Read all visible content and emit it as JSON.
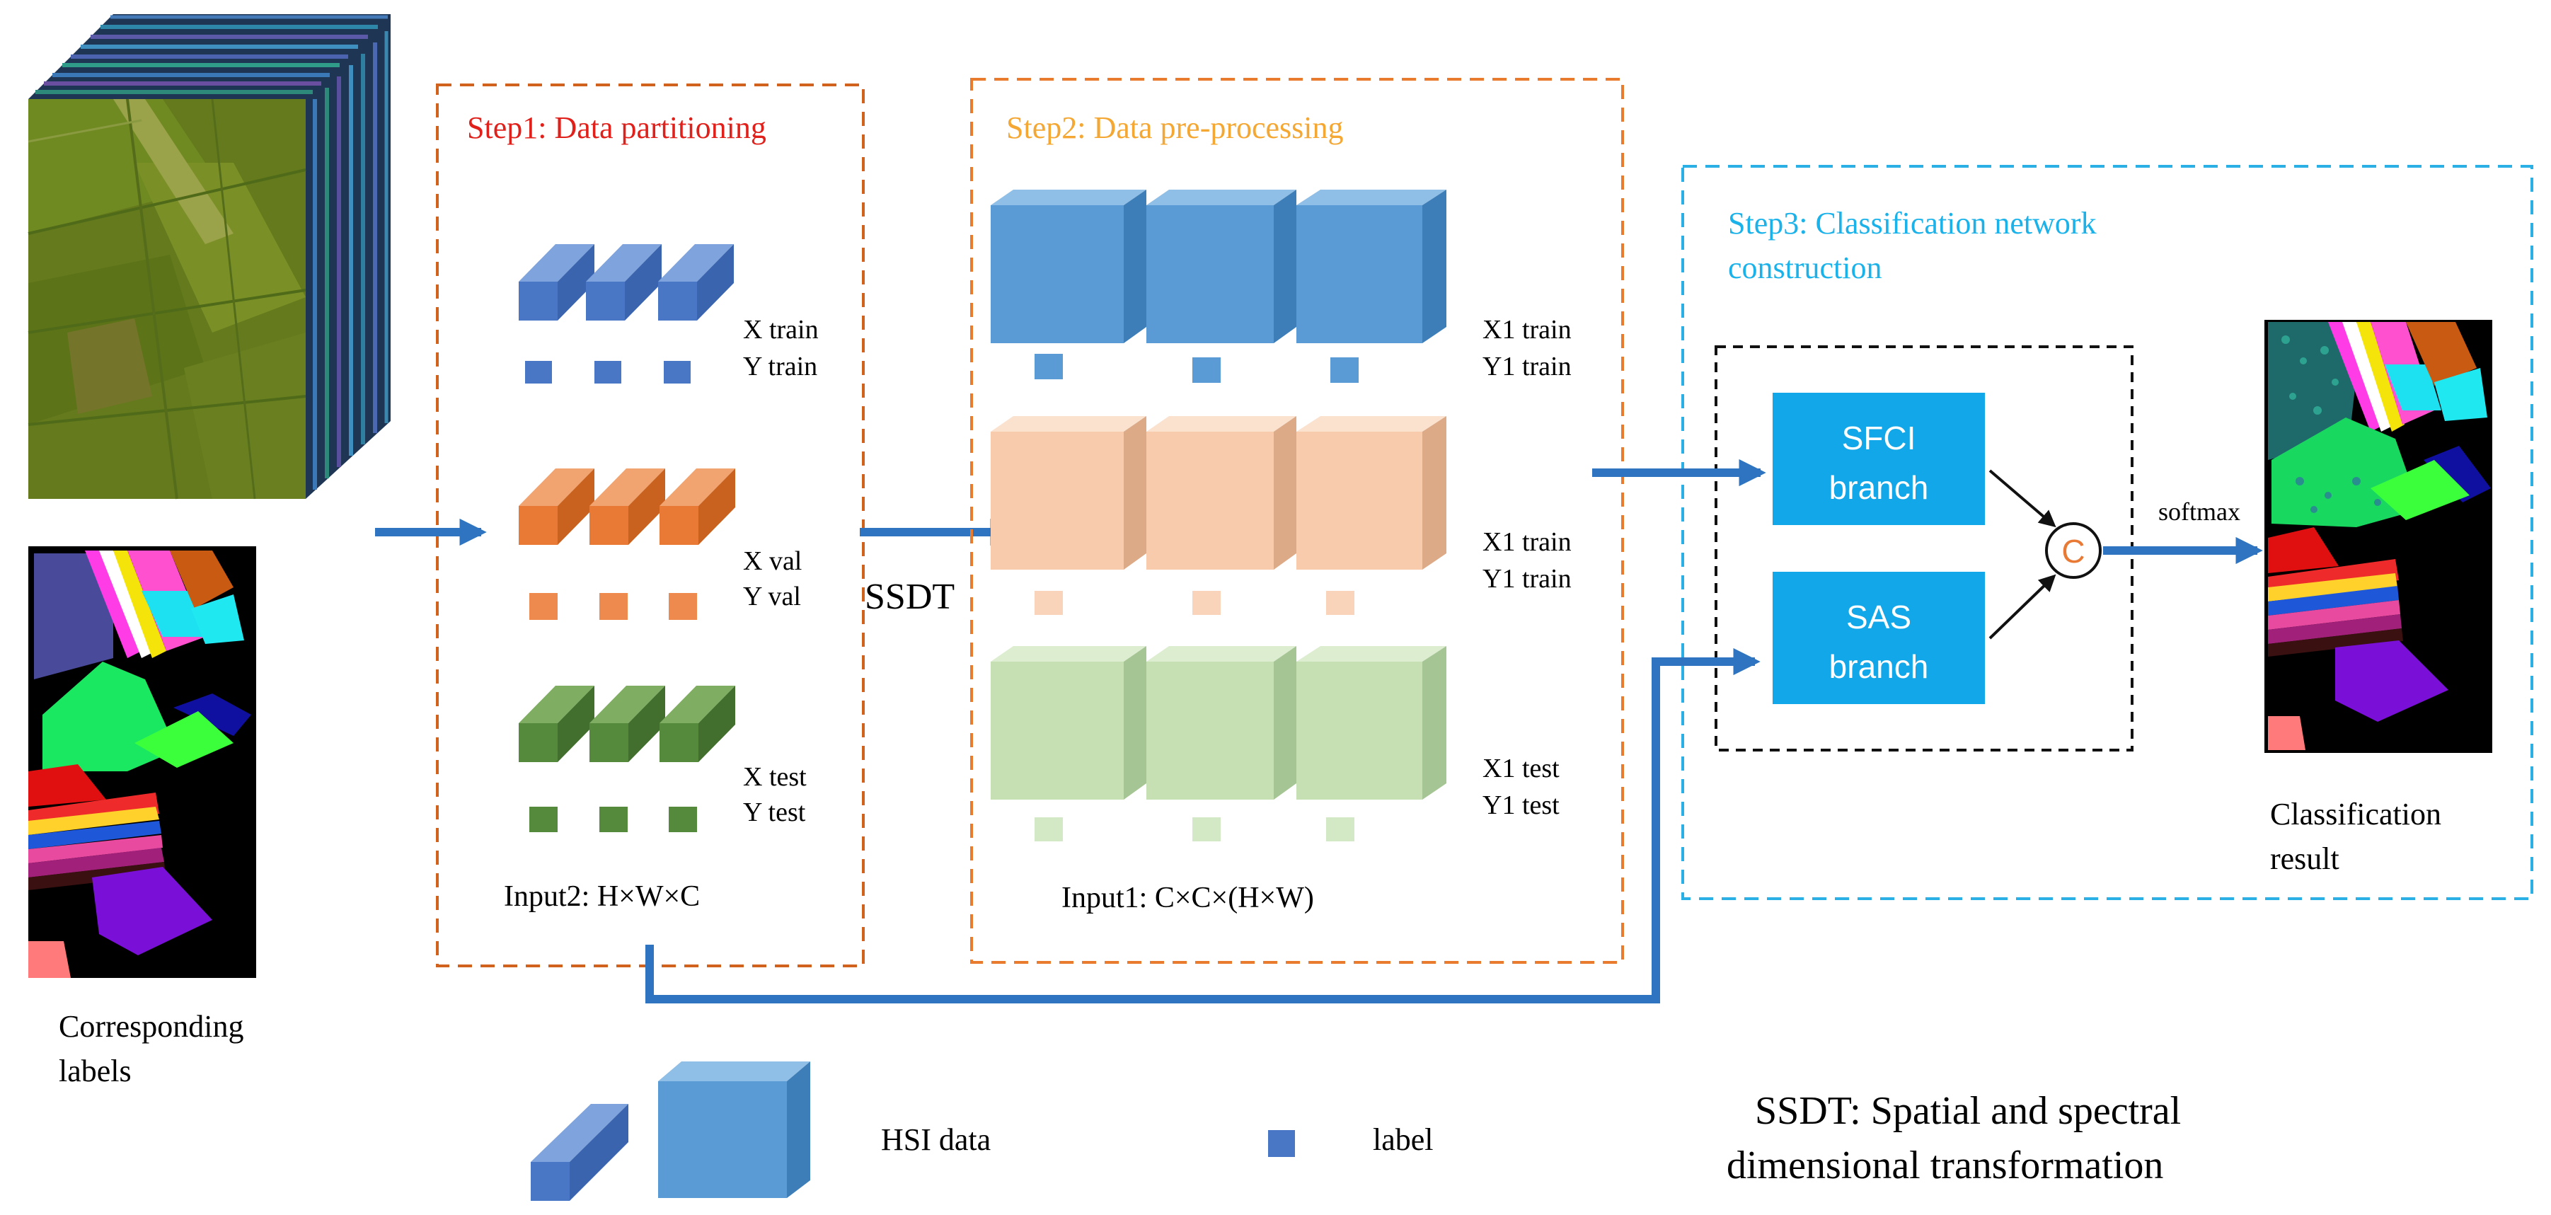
{
  "colors": {
    "step1": "#E0201A",
    "step2": "#F4A733",
    "step3": "#1BB2EA",
    "box1_border": "#D0621E",
    "box2_border": "#E97B2E",
    "box3_border": "#2BB0E6",
    "arrow": "#2E74C0",
    "branch_fill": "#11A7E8",
    "train_block": "#4A77C5",
    "val_block": "#E87A35",
    "test_block": "#558A3C",
    "train_cube": "#5B9BD5",
    "val_cube": "#F7CBAC",
    "test_cube": "#C6E0B4"
  },
  "step1": {
    "title": "Step1: Data partitioning",
    "x_train": "X train",
    "y_train": "Y train",
    "x_val": "X val",
    "y_val": "Y val",
    "x_test": "X test",
    "y_test": "Y test",
    "input": "Input2: H×W×C"
  },
  "ssdt_label": "SSDT",
  "step2": {
    "title": "Step2: Data pre-processing",
    "x1_train_a": "X1 train",
    "y1_train_a": "Y1 train",
    "x1_train_b": "X1 train",
    "y1_train_b": "Y1 train",
    "x1_test": "X1 test",
    "y1_test": "Y1 test",
    "input": "Input1: C×C×(H×W)"
  },
  "step3": {
    "title_line1": "Step3: Classification network",
    "title_line2": "construction",
    "sfci_line1": "SFCI",
    "sfci_line2": "branch",
    "sas_line1": "SAS",
    "sas_line2": "branch",
    "concat_symbol": "C",
    "softmax": "softmax"
  },
  "left": {
    "labels_caption_line1": "Corresponding",
    "labels_caption_line2": "labels"
  },
  "result": {
    "caption_line1": "Classification",
    "caption_line2": "result"
  },
  "legend": {
    "hsi_data": "HSI data",
    "label": "label",
    "ssdt_def_line1": "SSDT: Spatial and spectral",
    "ssdt_def_line2": "dimensional transformation"
  }
}
